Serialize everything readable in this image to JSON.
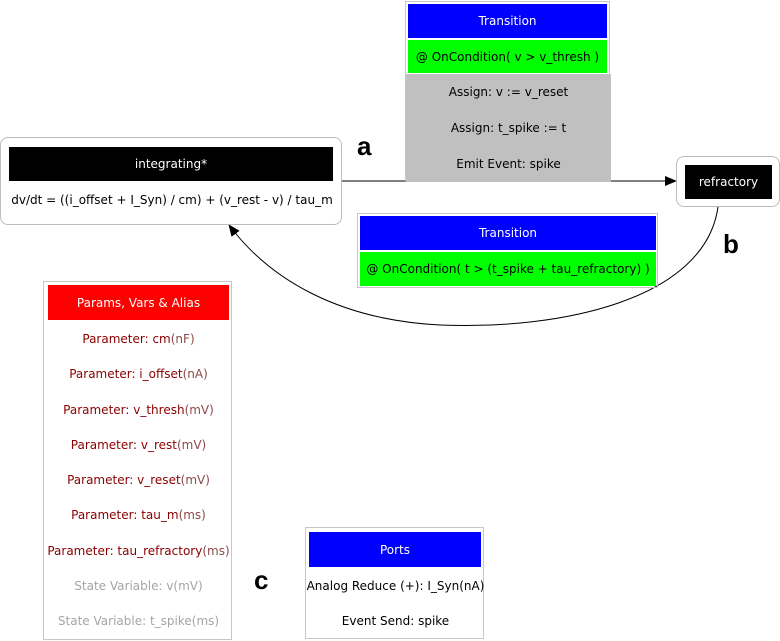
{
  "labels": {
    "a": "a",
    "b": "b",
    "c": "c"
  },
  "transition1": {
    "title": "Transition",
    "condition": "@ OnCondition( v > v_thresh )",
    "actions": [
      "Assign: v := v_reset",
      "Assign: t_spike := t",
      "Emit Event: spike"
    ]
  },
  "transition2": {
    "title": "Transition",
    "condition": "@ OnCondition( t > (t_spike + tau_refractory) )"
  },
  "integrating": {
    "title": "integrating*",
    "equation": "dv/dt = ((i_offset + I_Syn) / cm) + (v_rest - v) / tau_m"
  },
  "refractory": {
    "title": "refractory"
  },
  "params": {
    "title": "Params, Vars & Alias",
    "items": [
      {
        "text": "Parameter: cm",
        "unit": "(nF)"
      },
      {
        "text": "Parameter: i_offset",
        "unit": "(nA)"
      },
      {
        "text": "Parameter: v_thresh",
        "unit": "(mV)"
      },
      {
        "text": "Parameter: v_rest",
        "unit": "(mV)"
      },
      {
        "text": "Parameter: v_reset",
        "unit": "(mV)"
      },
      {
        "text": "Parameter: tau_m",
        "unit": "(ms)"
      },
      {
        "text": "Parameter: tau_refractory",
        "unit": "(ms)"
      }
    ],
    "state_vars": [
      {
        "text": "State Variable: v",
        "unit": "(mV)"
      },
      {
        "text": "State Variable: t_spike",
        "unit": "(ms)"
      }
    ]
  },
  "ports": {
    "title": "Ports",
    "items": [
      {
        "text": "Analog Reduce (+): I_Syn",
        "unit": "(nA)"
      },
      {
        "text": "Event Send: spike",
        "unit": ""
      }
    ]
  },
  "colors": {
    "transition_header": "#0000ff",
    "condition": "#00ff00",
    "action": "#c0c0c0",
    "params_header": "#ff0000",
    "parameter_text": "#8b0000",
    "state_variable_text": "#a5a5a5"
  }
}
